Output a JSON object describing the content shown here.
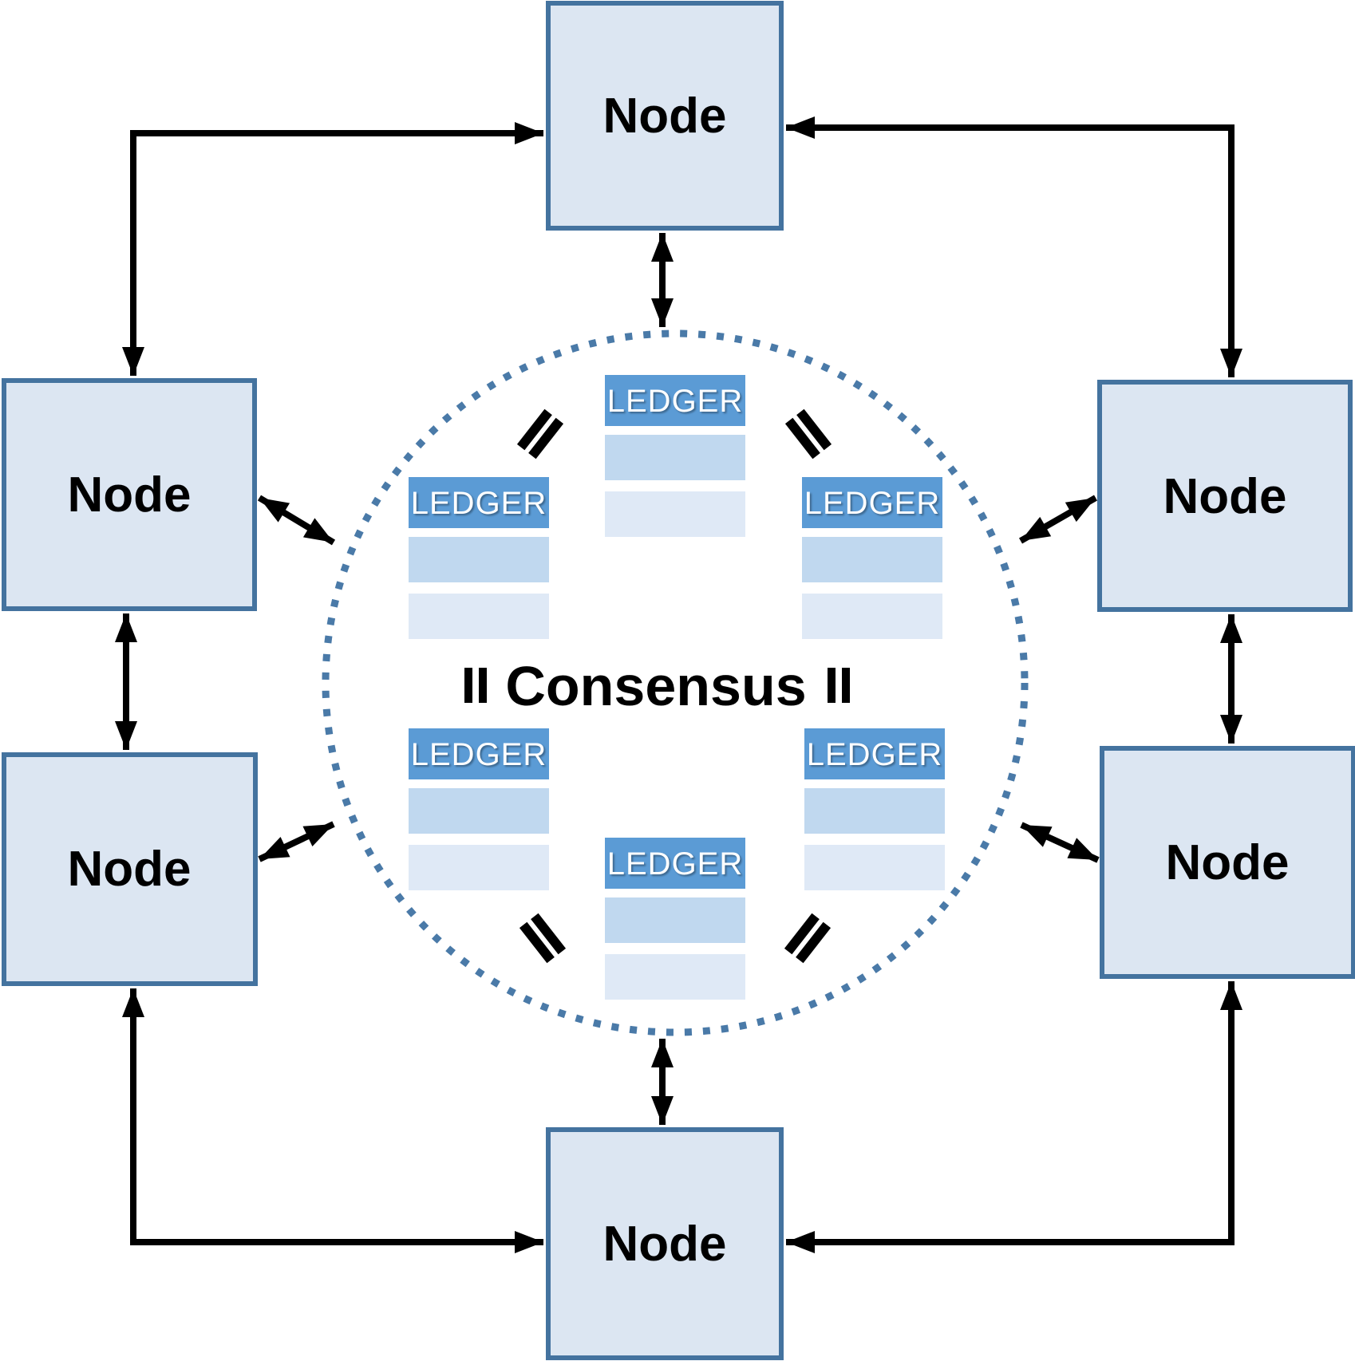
{
  "consensus": {
    "label": "Consensus"
  },
  "nodes": [
    {
      "id": "node-top",
      "label": "Node"
    },
    {
      "id": "node-upper-left",
      "label": "Node"
    },
    {
      "id": "node-upper-right",
      "label": "Node"
    },
    {
      "id": "node-lower-left",
      "label": "Node"
    },
    {
      "id": "node-lower-right",
      "label": "Node"
    },
    {
      "id": "node-bottom",
      "label": "Node"
    }
  ],
  "ledgers": [
    {
      "id": "ledger-top-center",
      "label": "LEDGER",
      "rows": 2
    },
    {
      "id": "ledger-upper-left",
      "label": "LEDGER",
      "rows": 2
    },
    {
      "id": "ledger-upper-right",
      "label": "LEDGER",
      "rows": 2
    },
    {
      "id": "ledger-lower-left",
      "label": "LEDGER",
      "rows": 2
    },
    {
      "id": "ledger-lower-right",
      "label": "LEDGER",
      "rows": 2
    },
    {
      "id": "ledger-bottom-center",
      "label": "LEDGER",
      "rows": 2
    }
  ],
  "icons": {
    "equals_mark": "=",
    "parallel_mark": "‖",
    "arrow_mark": "double-headed-arrow"
  },
  "colors": {
    "node_fill": "#dce6f2",
    "node_border": "#44739f",
    "ledger_header_fill": "#5b9bd5",
    "ledger_row_medium": "#c0d8ef",
    "ledger_row_light": "#dfe9f6",
    "ledger_text": "#ffffff",
    "dotted_circle": "#4a7aa8",
    "arrow": "#000000",
    "text": "#000000"
  }
}
